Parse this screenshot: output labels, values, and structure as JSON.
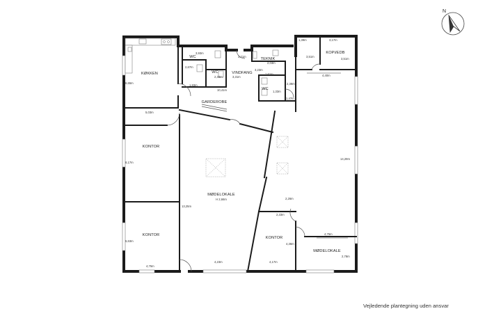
{
  "caption": "Vejledende plantegning uden ansvar",
  "compass": {
    "label": "N"
  },
  "rooms": {
    "kitchen": "KØKKEN",
    "wc1": "WC",
    "wc2": "WC",
    "wc3": "WC",
    "entrance": "VINDFANG",
    "technical": "TEKNIK",
    "copy": "KOPI/EDB",
    "wardrobe": "GARDEROBE",
    "office1": "KONTOR",
    "office2": "KONTOR",
    "office3": "KONTOR",
    "meeting1": "MØDELOKALE",
    "meeting1_sub": "H 2,66m",
    "meeting2": "MØDELOKALE"
  },
  "dimensions": {
    "kitchen_height": "6,65m",
    "wc_a": "3,93m",
    "wc_b": "2,67m",
    "wc_c": "2,33m",
    "wc_d": "1,83m",
    "hall_a": "10,41m",
    "entrance_a": "3,21m",
    "entrance_b": "3,31m",
    "tech_a": "2,03m",
    "tech_b": "3,23m",
    "tech_c": "1,61m",
    "tech_d": "1,33m",
    "tech_e": "2,38m",
    "tech_f": "1,47m",
    "copy_a": "1,39m",
    "copy_b": "3,17m",
    "copy_c": "3,51m",
    "copy_d": "3,51m",
    "copy_e": "4,40m",
    "office1_w": "5,03m",
    "office1_h": "8,17m",
    "meeting_depth": "14,29m",
    "meeting1_h": "13,25m",
    "office2_h": "5,63m",
    "office2_w": "4,75m",
    "bottom_a": "4,23m",
    "office3_a": "2,26m",
    "office3_b": "2,33m",
    "office3_c": "4,36m",
    "office3_w": "4,17m",
    "meeting2_w": "4,75m",
    "meeting2_h": "2,78m"
  }
}
